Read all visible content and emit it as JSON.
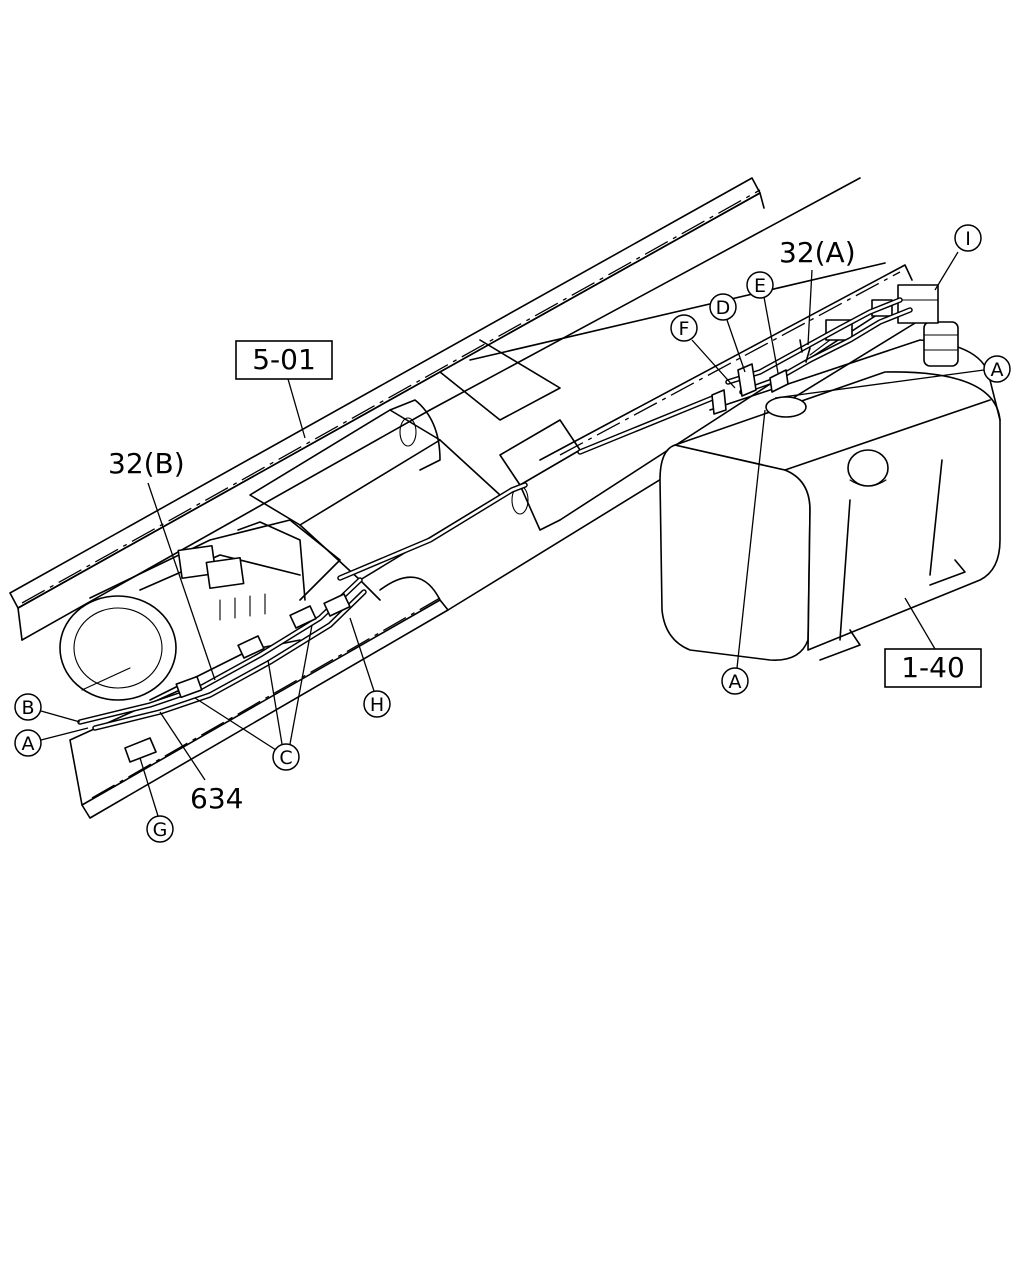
{
  "reference_boxes": [
    {
      "id": "5-01",
      "text": "5-01"
    },
    {
      "id": "1-40",
      "text": "1-40"
    }
  ],
  "part_labels": [
    {
      "id": "32A",
      "text": "32(A)"
    },
    {
      "id": "32B",
      "text": "32(B)"
    },
    {
      "id": "634",
      "text": "634"
    }
  ],
  "callouts": [
    {
      "id": "I-top",
      "letter": "I"
    },
    {
      "id": "E-top",
      "letter": "E"
    },
    {
      "id": "D-top",
      "letter": "D"
    },
    {
      "id": "F-top",
      "letter": "F"
    },
    {
      "id": "A-right",
      "letter": "A"
    },
    {
      "id": "A-tank",
      "letter": "A"
    },
    {
      "id": "B-left",
      "letter": "B"
    },
    {
      "id": "A-left",
      "letter": "A"
    },
    {
      "id": "C-bottom",
      "letter": "C"
    },
    {
      "id": "H-bottom",
      "letter": "H"
    },
    {
      "id": "G-bottom",
      "letter": "G"
    }
  ]
}
